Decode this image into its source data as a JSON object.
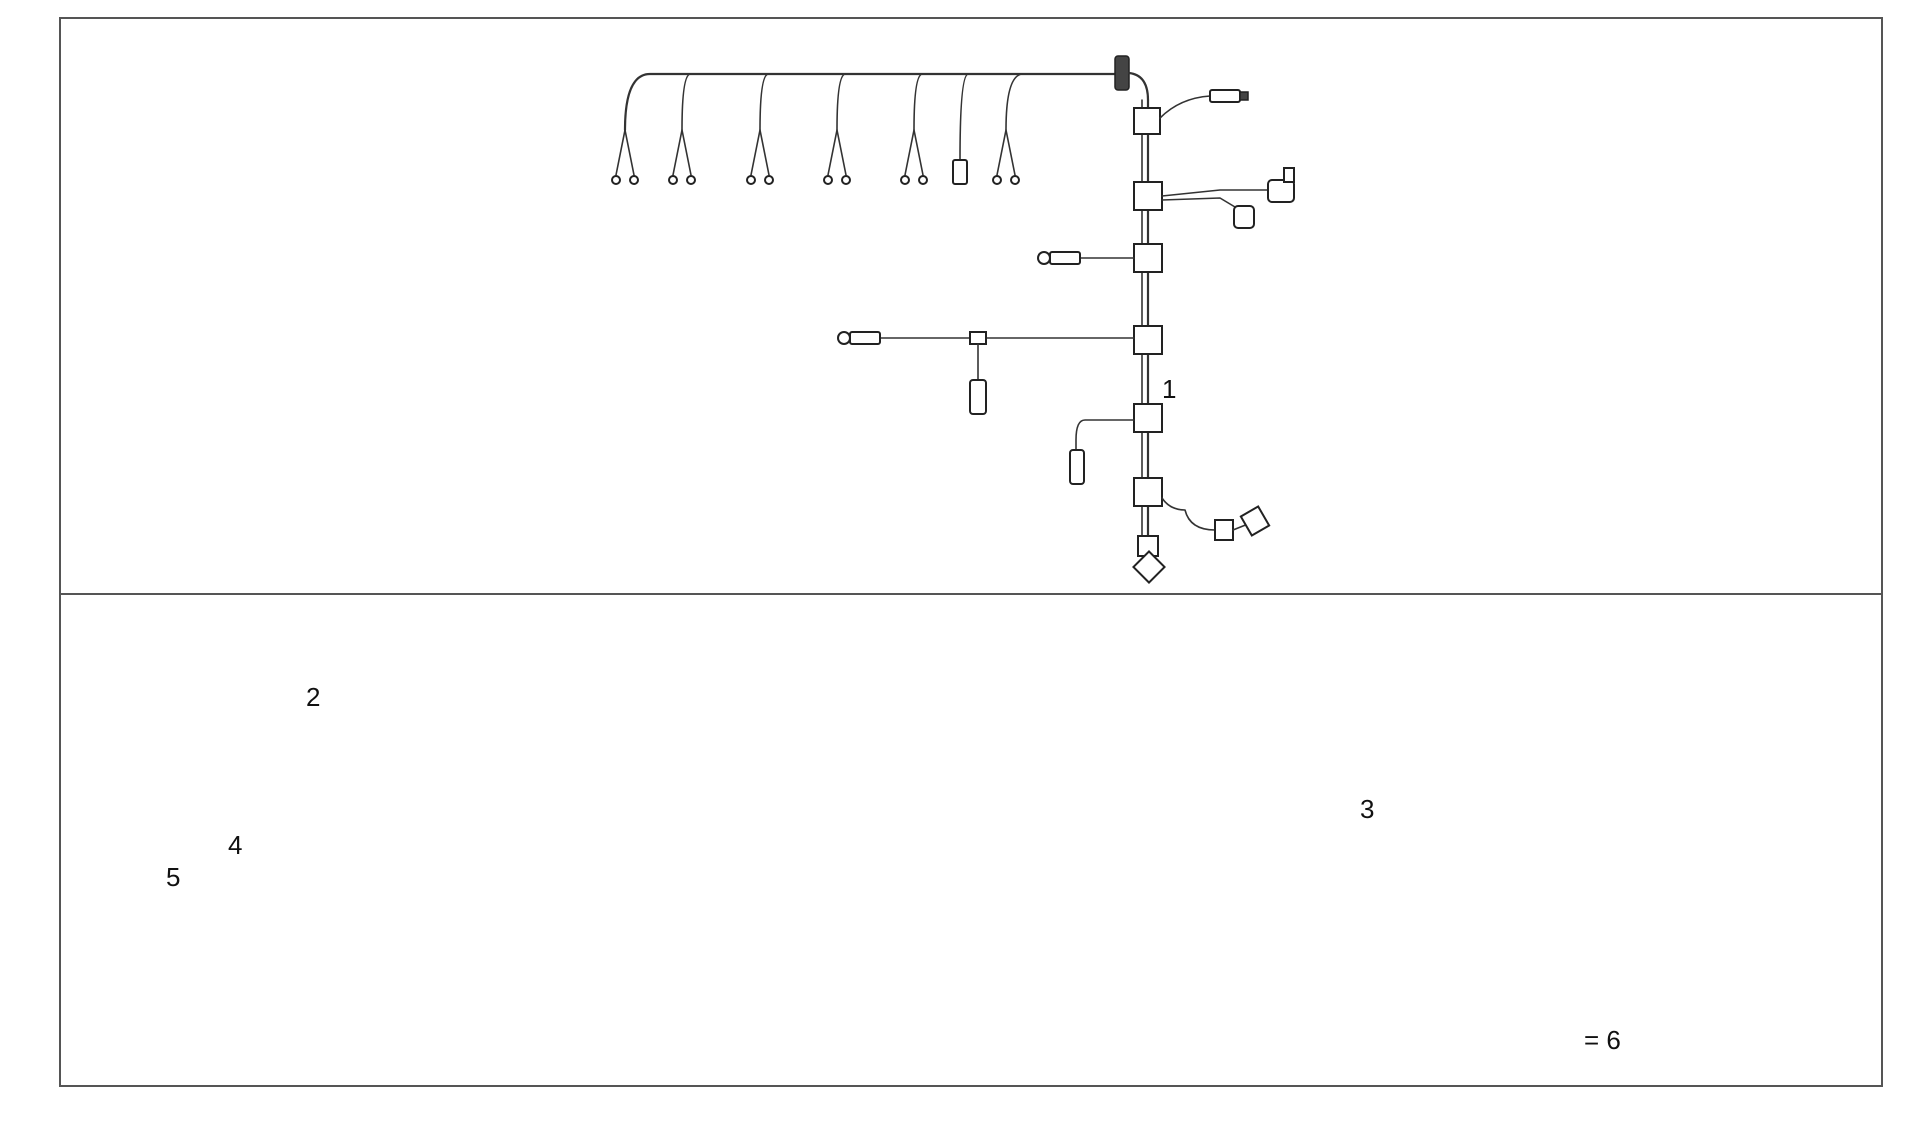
{
  "labels": {
    "part_1": "1",
    "part_2": "2",
    "part_3": "3",
    "part_4": "4",
    "part_5": "5"
  },
  "legend": {
    "text": "= 6"
  },
  "colors": {
    "line": "#333333",
    "frame": "#555555",
    "marker": "#111111"
  }
}
